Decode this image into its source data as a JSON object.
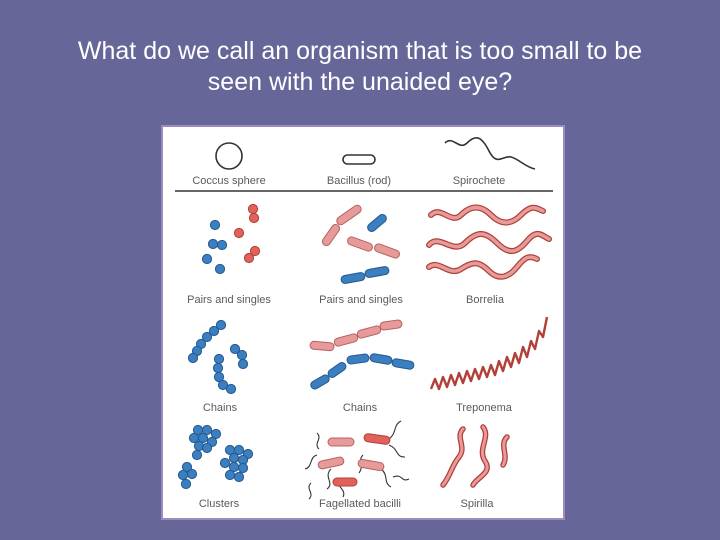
{
  "slide": {
    "title_line1": "What do we call an organism that is too small to be",
    "title_line2": "seen with the unaided eye?"
  },
  "figure": {
    "headers": [
      "Coccus sphere",
      "Bacillus (rod)",
      "Spirochete"
    ],
    "rows": [
      [
        "Pairs and singles",
        "Pairs and singles",
        "Borrelia"
      ],
      [
        "Chains",
        "Chains",
        "Treponema"
      ],
      [
        "Clusters",
        "Fagellated bacilli",
        "Spirilla"
      ]
    ],
    "colors": {
      "blue": "#3b7fc0",
      "blue_dark": "#25598f",
      "red": "#e0625a",
      "red_dark": "#b04038",
      "pink": "#e69a9a",
      "pink_dark": "#b86060",
      "ink": "#333333",
      "frame": "#9a8cbf",
      "background": "#666699"
    }
  }
}
